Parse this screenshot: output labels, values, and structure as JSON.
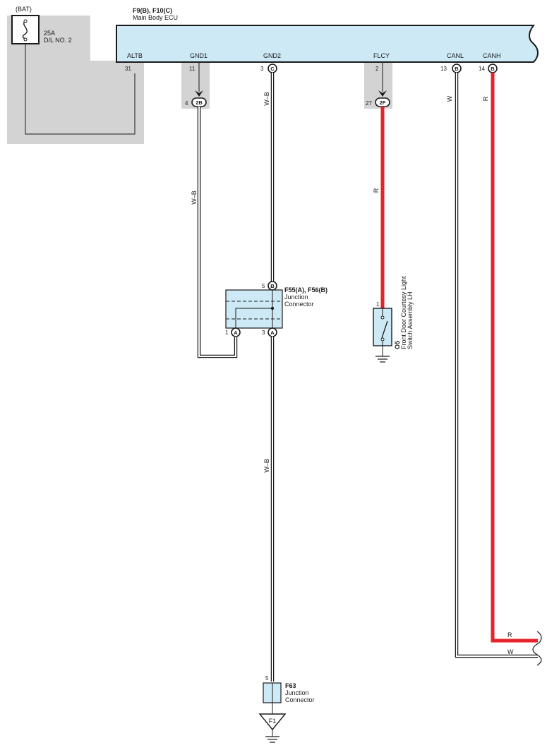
{
  "power": {
    "source": "(BAT)",
    "fuse_rating": "25A",
    "fuse_name": "D/L NO. 2"
  },
  "ecu": {
    "connectors": "F9(B), F10(C)",
    "name": "Main Body ECU",
    "pins": [
      {
        "name": "ALTB",
        "number": "31"
      },
      {
        "name": "GND1",
        "number": "11"
      },
      {
        "name": "GND2",
        "number": "3",
        "connector": "C"
      },
      {
        "name": "FLCY",
        "number": "2"
      },
      {
        "name": "CANL",
        "number": "13",
        "connector": "B"
      },
      {
        "name": "CANH",
        "number": "14",
        "connector": "B"
      }
    ]
  },
  "inline_connectors": [
    {
      "pin": "4",
      "label": "2B"
    },
    {
      "pin": "27",
      "label": "2F"
    }
  ],
  "junction_f55": {
    "connectors": "F55(A), F56(B)",
    "line1": "Junction",
    "line2": "Connector",
    "top_pin": "5",
    "top_conn": "B",
    "bottom_left_pin": "1",
    "bottom_left_conn": "A",
    "bottom_right_pin": "3",
    "bottom_right_conn": "A"
  },
  "switch_o5": {
    "code": "O5",
    "line1": "Front Door Courtesy Light",
    "line2": "Switch Assembly LH",
    "pin": "1"
  },
  "junction_f63": {
    "code": "F63",
    "line1": "Junction",
    "line2": "Connector",
    "pin": "5"
  },
  "ground_point": "F1",
  "wires": {
    "gnd1_color": "W–B",
    "gnd2_color_upper": "W–B",
    "gnd2_color_lower": "W–B",
    "flcy_color": "R",
    "canl_color": "W",
    "canh_color": "R",
    "canh_end_color": "R",
    "canl_end_color": "W"
  },
  "colors": {
    "ecu_fill": "#cde9f5",
    "red_wire": "#e8212b",
    "shade": "#d3d3d3"
  }
}
